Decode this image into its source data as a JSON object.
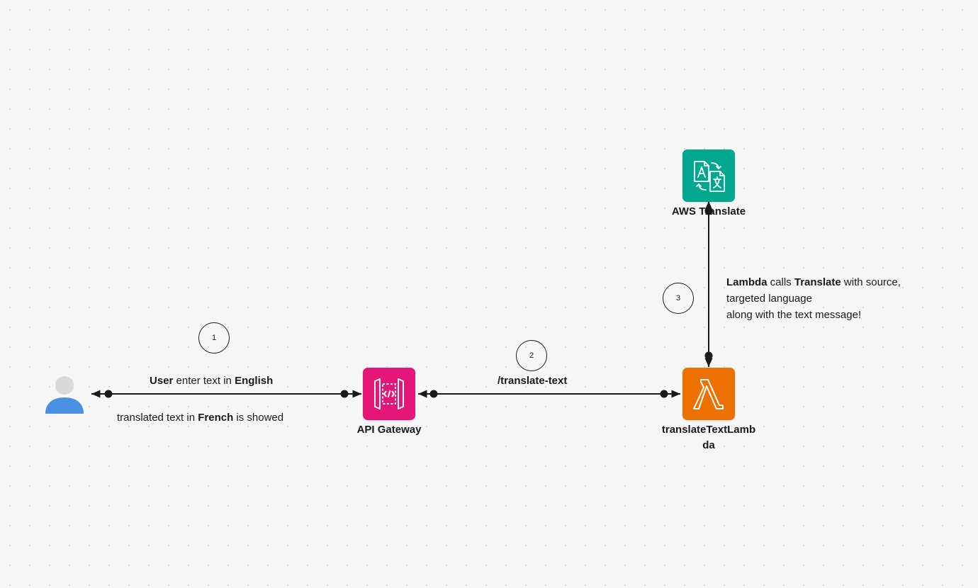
{
  "diagram": {
    "nodes": {
      "user": {
        "icon": "user-icon",
        "color": "#4a90e2"
      },
      "api_gateway": {
        "label": "API Gateway",
        "icon": "api-gateway-icon",
        "color": "#e6157a"
      },
      "lambda": {
        "label_line1": "translateTextLamb",
        "label_line2": "da",
        "icon": "lambda-icon",
        "color": "#ed7100"
      },
      "translate": {
        "label": "AWS Translate",
        "icon": "translate-icon",
        "color": "#01a88d"
      }
    },
    "steps": {
      "step1": "1",
      "step2": "2",
      "step3": "3"
    },
    "edges": {
      "user_to_gateway": {
        "top": {
          "bold1": "User",
          "text1": " enter text in ",
          "bold2": "English"
        },
        "bottom": {
          "text1": "translated text in ",
          "bold1": "French",
          "text2": " is showed"
        }
      },
      "gateway_to_lambda": {
        "label": "/translate-text"
      },
      "lambda_to_translate": {
        "line1": {
          "bold1": "Lambda",
          "text1": " calls ",
          "bold2": "Translate",
          "text2": " with source,"
        },
        "line2": "targeted language",
        "line3": "along with the text message!"
      }
    }
  }
}
